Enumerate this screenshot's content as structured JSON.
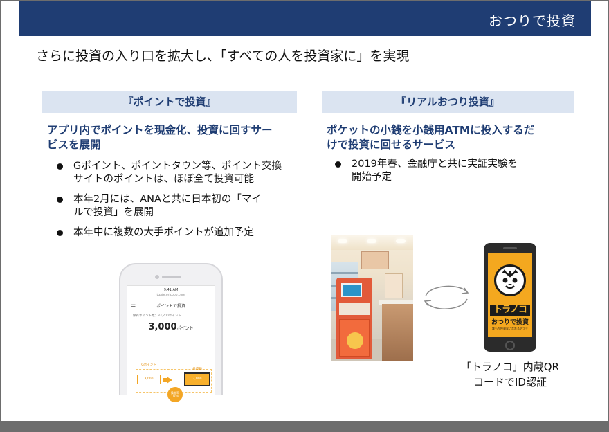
{
  "header": {
    "title": "おつりで投資"
  },
  "subtitle": "さらに投資の入り口を拡大し、「すべての人を投資家に」を実現",
  "left_panel": {
    "heading": "『ポイントで投資』",
    "description_line1": "アプリ内でポイントを現金化、投資に回すサー",
    "description_line2": "ビスを展開",
    "bullets": [
      {
        "line1": "Gポイント、ポイントタウン等、ポイント交換",
        "line2": "サイトのポイントは、ほぼ全て投資可能"
      },
      {
        "line1": "本年2月には、ANAと共に日本初の「マイ",
        "line2": "ルで投資」を展開"
      },
      {
        "line1": "本年中に複数の大手ポイントが追加予定",
        "line2": ""
      }
    ],
    "phone": {
      "time": "9:41 AM",
      "url": "tgate.oricopo.com",
      "app_title": "ポイントで投資",
      "owned_points": "保有ポイント数：33,200ポイント",
      "points_value": "3,000",
      "points_unit": "ポイント",
      "label_left": "Gポイント",
      "label_right": "投資額",
      "box_left": "3,000",
      "box_right": "3,000",
      "circle": "換金率 100%"
    }
  },
  "right_panel": {
    "heading": "『リアルおつり投資』",
    "description_line1": "ポケットの小銭を小銭用ATMに投入するだ",
    "description_line2": "けで投資に回せるサービス",
    "bullets": [
      {
        "line1": "2019年春、金融庁と共に実証実験を",
        "line2": "開始予定"
      }
    ],
    "phone": {
      "brand": "トラノコ",
      "sub": "おつりで投資",
      "tagline": "誰もが投資家になれるアプリ"
    },
    "caption_line1": "「トラノコ」内蔵QR",
    "caption_line2": "コードでID認証"
  },
  "colors": {
    "header_bg": "#1f3d73",
    "heading_bg": "#dbe4f1",
    "accent_text": "#1f3d73",
    "brand_orange": "#f4a81f"
  }
}
